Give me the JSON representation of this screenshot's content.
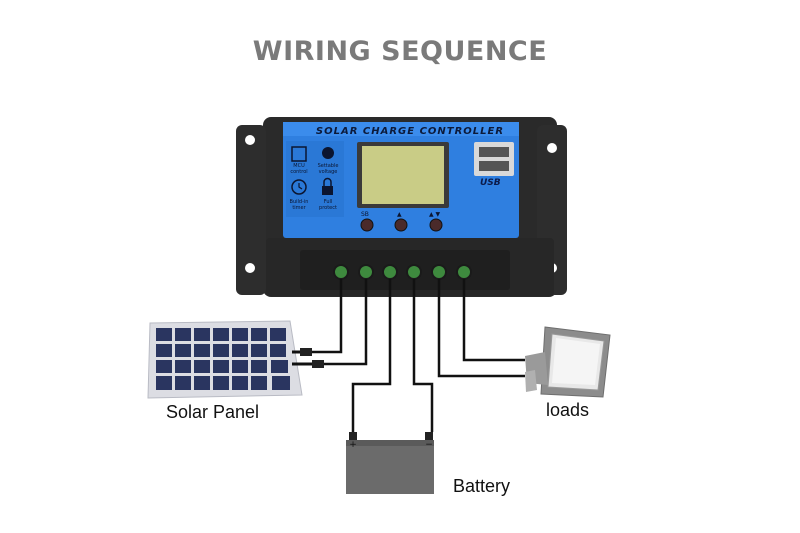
{
  "title": "WIRING SEQUENCE",
  "controller": {
    "title": "SOLAR CHARGE CONTROLLER",
    "icons": [
      {
        "icon": "chip-icon",
        "label": "MCU control"
      },
      {
        "icon": "gear-icon",
        "label": "Settable voltage"
      },
      {
        "icon": "clock-icon",
        "label": "Build-in timer"
      },
      {
        "icon": "lock-icon",
        "label": "Full protect"
      }
    ],
    "usb_label": "USB",
    "buttons": [
      "SB",
      "▲",
      "▲ ▼"
    ]
  },
  "labels": {
    "solar_panel": "Solar Panel",
    "battery": "Battery",
    "loads": "loads"
  },
  "colors": {
    "controller_body": "#2b2b2b",
    "controller_face": "#2f7fe0",
    "lcd": "#c9cc86",
    "terminal": "#3e8a3e",
    "title": "#7a7a7a"
  }
}
